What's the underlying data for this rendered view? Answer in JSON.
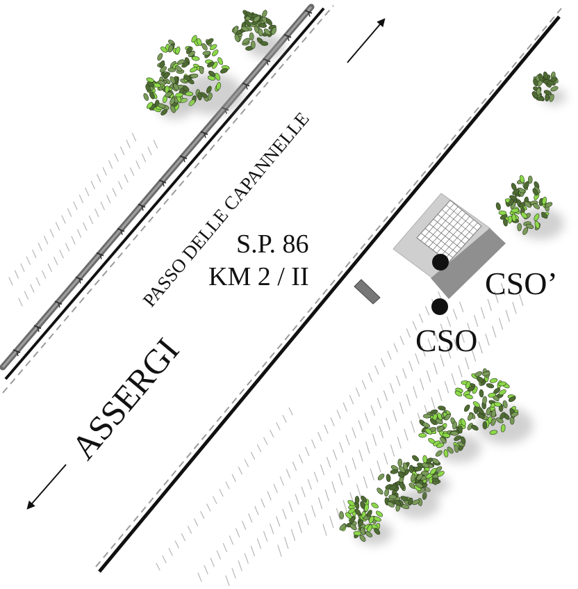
{
  "map": {
    "road_name": "PASSO DELLE CAPANNELLE",
    "road_code": "S.P. 86",
    "road_km": "KM 2 / II",
    "direction_label": "ASSERGI",
    "stations": [
      {
        "label": "CSO"
      },
      {
        "label": "CSO’"
      }
    ]
  },
  "icons": {
    "tree": "tree-canopy-icon",
    "arrow": "direction-arrow-icon",
    "sensor": "sensor-point-icon"
  },
  "colors": {
    "road_line": "#111111",
    "guardrail": "#6b6b6b",
    "tree_dark": "#4f6b34",
    "tree_light": "#8cd84a",
    "platform_light": "#cfcfcf",
    "platform_dark": "#8a8a8a",
    "dashed_edge": "#9a9a9a"
  }
}
